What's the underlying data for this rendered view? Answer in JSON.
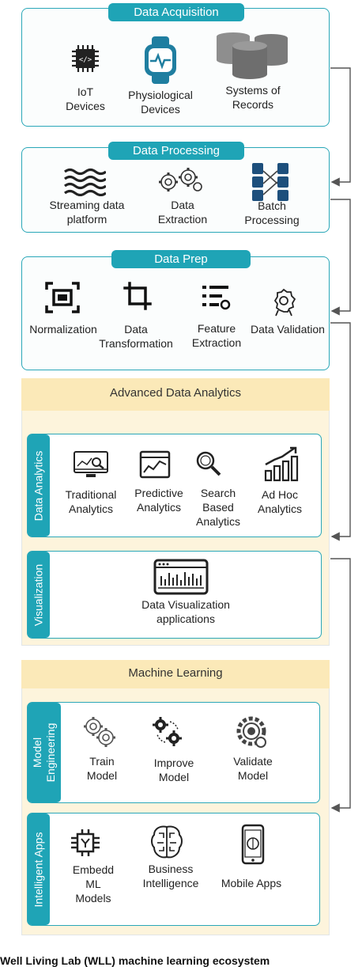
{
  "acquisition": {
    "title": "Data Acquisition",
    "items": [
      "IoT\nDevices",
      "Physiological\nDevices",
      "Systems of\nRecords"
    ]
  },
  "processing": {
    "title": "Data Processing",
    "items": [
      "Streaming data\nplatform",
      "Data\nExtraction",
      "Batch\nProcessing"
    ]
  },
  "prep": {
    "title": "Data Prep",
    "items": [
      "Normalization",
      "Data\nTransformation",
      "Feature\nExtraction",
      "Data Validation"
    ]
  },
  "analytics": {
    "title": "Advanced Data Analytics",
    "data_analytics": {
      "tab": "Data Analytics",
      "items": [
        "Traditional\nAnalytics",
        "Predictive\nAnalytics",
        "Search\nBased\nAnalytics",
        "Ad Hoc\nAnalytics"
      ]
    },
    "visualization": {
      "tab": "Visualization",
      "items": [
        "Data Visualization\napplications"
      ]
    }
  },
  "ml": {
    "title": "Machine Learning",
    "model_engineering": {
      "tab": "Model\nEngineering",
      "items": [
        "Train\nModel",
        "Improve\nModel",
        "Validate\nModel"
      ]
    },
    "intelligent_apps": {
      "tab": "Intelligent Apps",
      "items": [
        "Embedd\nML\nModels",
        "Business\nIntelligence",
        "Mobile Apps"
      ]
    }
  },
  "caption": "Well Living Lab (WLL) machine learning ecosystem",
  "colors": {
    "accent": "#1fa4b6",
    "band": "#fbe9b8",
    "panel": "#fdf4dc",
    "arrow": "#555555"
  }
}
